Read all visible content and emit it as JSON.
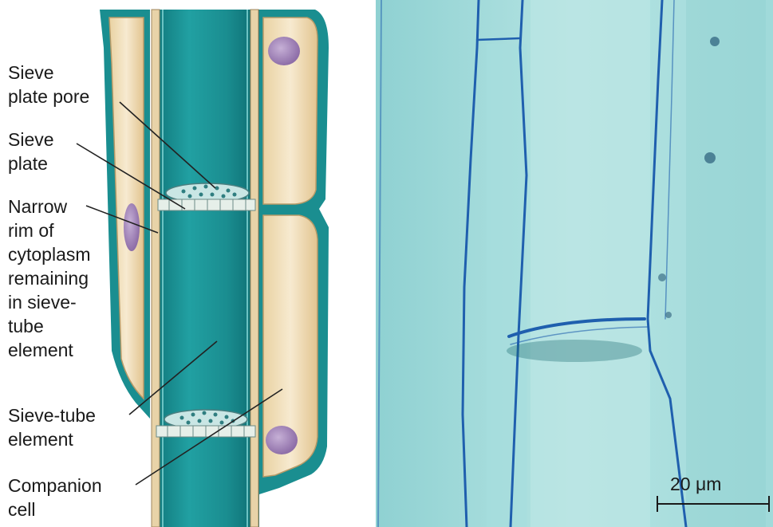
{
  "diagram": {
    "labels": {
      "sieve_plate_pore": "Sieve\nplate pore",
      "sieve_plate": "Sieve\nplate",
      "narrow_rim": "Narrow\nrim of\ncytoplasm\nremaining\nin sieve-\ntube\nelement",
      "sieve_tube_element": "Sieve-tube\nelement",
      "companion_cell": "Companion\ncell"
    },
    "scale_bar": {
      "label": "20 μm"
    },
    "colors": {
      "teal": "#1f8f8f",
      "dark_teal": "#0d6e73",
      "cell_tan": "#f1dfb8",
      "nucleus": "#a689b9",
      "micrograph_bg": "#9ad6d7",
      "cell_wall_blue": "#1f5fae"
    }
  }
}
